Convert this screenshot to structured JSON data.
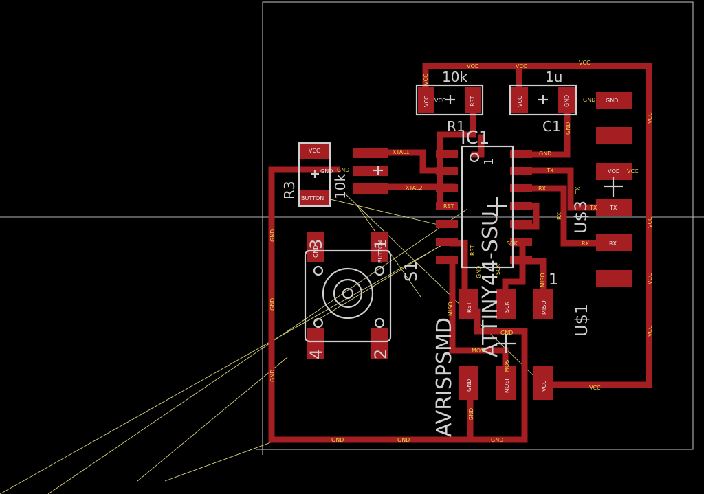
{
  "colors": {
    "background": "#000000",
    "copper_top": "#a41e22",
    "silkscreen": "#cfcfcf",
    "airwire": "#d7d07a",
    "net_label": "#e8d24a"
  },
  "refs": {
    "r1": "R1",
    "r1_value": "10k",
    "c1": "C1",
    "c1_value": "1u",
    "ic1": "IC1",
    "ic1_value": "ATTINY44-SSU",
    "r3": "R3",
    "r3_value": "10k",
    "s1": "S1",
    "u3": "U$3",
    "u1": "U$1",
    "isp": "AVRISPSMD"
  },
  "pins": {
    "s1_p3": "3",
    "s1_p1": "1",
    "s1_p4": "4",
    "s1_p2": "2",
    "isp_pin1": "1",
    "ic_pin1": "1"
  },
  "pad_labels": {
    "vcc": "VCC",
    "rst": "RST",
    "gnd": "GND",
    "button": "BUTTON",
    "tx": "TX",
    "rx": "RX",
    "sck": "SCK",
    "miso": "MISO",
    "mosi": "MOSI",
    "xtal1": "XTAL1",
    "xtal2": "XTAL2"
  },
  "nets": {
    "vcc": "VCC",
    "gnd": "GND",
    "tx": "TX",
    "rx": "RX",
    "sck": "SCK",
    "mosi": "MOSI",
    "miso": "MISO",
    "rst": "RST",
    "xtal1": "XTAL1",
    "xtal2": "XTAL2",
    "button": "BUTTON"
  }
}
